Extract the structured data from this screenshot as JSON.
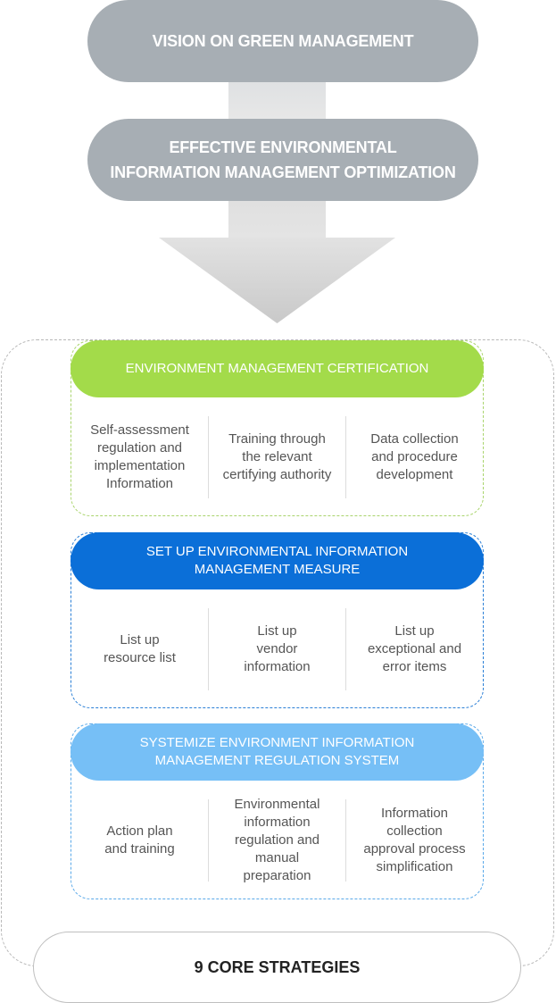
{
  "top": {
    "title": "VISION ON GREEN MANAGEMENT"
  },
  "middle": {
    "line1": "EFFECTIVE ENVIRONMENTAL",
    "line2": "INFORMATION MANAGEMENT OPTIMIZATION"
  },
  "panels": [
    {
      "title_line1": "ENVIRONMENT MANAGEMENT CERTIFICATION",
      "title_line2": "",
      "color": "#a3db4a",
      "items": [
        [
          "Self-assessment",
          "regulation and",
          "implementation",
          "Information"
        ],
        [
          "Training through",
          "the relevant",
          "certifying authority"
        ],
        [
          "Data collection",
          "and procedure",
          "development"
        ]
      ]
    },
    {
      "title_line1": "SET UP ENVIRONMENTAL INFORMATION",
      "title_line2": "MANAGEMENT MEASURE",
      "color": "#0b6fd8",
      "items": [
        [
          "List up",
          "resource list"
        ],
        [
          "List up",
          "vendor",
          "information"
        ],
        [
          "List up",
          "exceptional and",
          "error items"
        ]
      ]
    },
    {
      "title_line1": "SYSTEMIZE ENVIRONMENT INFORMATION",
      "title_line2": "MANAGEMENT REGULATION SYSTEM",
      "color": "#76bff6",
      "items": [
        [
          "Action plan",
          "and training"
        ],
        [
          "Environmental",
          "information",
          "regulation and",
          "manual",
          "preparation"
        ],
        [
          "Information",
          "collection",
          "approval process",
          "simplification"
        ]
      ]
    }
  ],
  "bottom": {
    "title": "9 CORE STRATEGIES"
  }
}
